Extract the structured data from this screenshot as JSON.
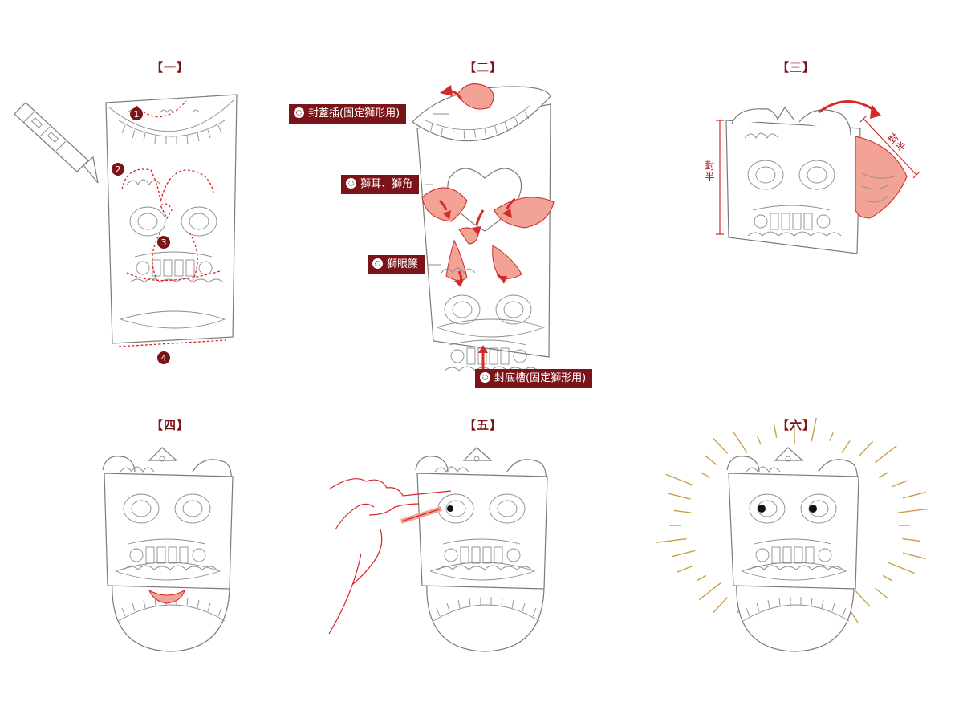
{
  "steps": [
    {
      "title": "【一】"
    },
    {
      "title": "【二】"
    },
    {
      "title": "【三】"
    },
    {
      "title": "【四】"
    },
    {
      "title": "【五】"
    },
    {
      "title": "【六】"
    }
  ],
  "step1": {
    "markers": [
      "1",
      "2",
      "3",
      "4"
    ]
  },
  "step2": {
    "tags": [
      "封蓋插(固定獅形用)",
      "獅耳、獅角",
      "獅眼簾",
      "封底槽(固定獅形用)"
    ]
  },
  "step3": {
    "fold_labels": [
      "對半",
      "對半"
    ]
  },
  "colors": {
    "accent": "#7a1418",
    "cut_line": "#d8232a",
    "highlight": "#f2a395",
    "sparkle": "#c8a048"
  }
}
